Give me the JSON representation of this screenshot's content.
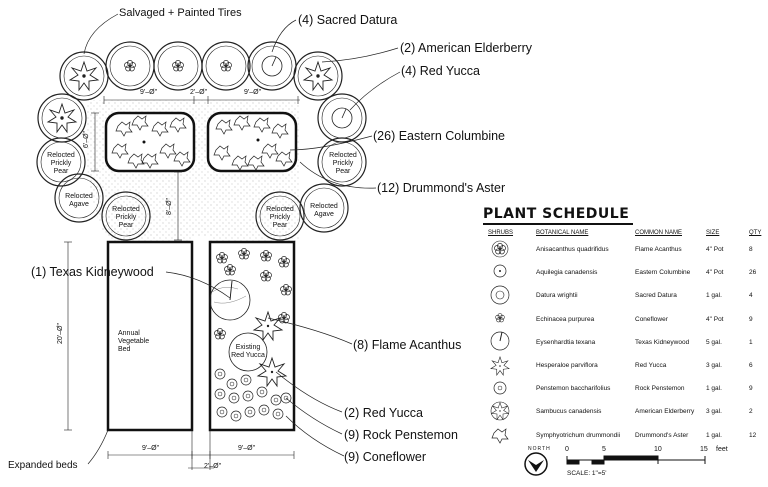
{
  "callouts": {
    "tires": "Salvaged + Painted Tires",
    "datura": "(4) Sacred Datura",
    "elderberry": "(2) American Elderberry",
    "yucca_top": "(4) Red Yucca",
    "columbine": "(26) Eastern Columbine",
    "aster": "(12) Drummond's Aster",
    "kidneywood": "(1) Texas Kidneywood",
    "acanthus": "(8) Flame Acanthus",
    "yucca_bottom": "(2) Red Yucca",
    "penstemon": "(9) Rock Penstemon",
    "coneflower": "(9) Coneflower",
    "expanded": "Expanded beds"
  },
  "tire_labels": {
    "relocted_prickly_pear": "Relocted Prickly Pear",
    "relocted_agave": "Relocted Agave"
  },
  "bed_labels": {
    "vegetable": "Annual Vegetable Bed",
    "existing_yucca": "Existing Red Yucca"
  },
  "dimensions": {
    "top_left": "9'–Ø\"",
    "top_mid": "2'–Ø\"",
    "top_right": "9'–Ø\"",
    "side": "6'–Ø\"",
    "aisle": "8'–Ø\"",
    "bed_height": "20'–Ø\"",
    "bottom_left": "9'–Ø\"",
    "bottom_right": "9'–Ø\"",
    "bottom_gap": "2'–Ø\""
  },
  "schedule": {
    "title": "PLANT SCHEDULE",
    "headers": [
      "SHRUBS",
      "BOTANICAL NAME",
      "COMMON NAME",
      "SIZE",
      "QTY"
    ],
    "rows": [
      {
        "icon": "flame-acanthus-symbol-icon",
        "botanical": "Anisacanthus quadrifidus",
        "common": "Flame Acanthus",
        "size": "4\" Pot",
        "qty": "8"
      },
      {
        "icon": "eastern-columbine-symbol-icon",
        "botanical": "Aquilegia canadensis",
        "common": "Eastern Columbine",
        "size": "4\" Pot",
        "qty": "26"
      },
      {
        "icon": "sacred-datura-symbol-icon",
        "botanical": "Datura wrightii",
        "common": "Sacred Datura",
        "size": "1 gal.",
        "qty": "4"
      },
      {
        "icon": "coneflower-symbol-icon",
        "botanical": "Echinacea purpurea",
        "common": "Coneflower",
        "size": "4\" Pot",
        "qty": "9"
      },
      {
        "icon": "texas-kidneywood-symbol-icon",
        "botanical": "Eysenhardtia texana",
        "common": "Texas Kidneywood",
        "size": "5 gal.",
        "qty": "1"
      },
      {
        "icon": "red-yucca-symbol-icon",
        "botanical": "Hesperaloe parviflora",
        "common": "Red Yucca",
        "size": "3 gal.",
        "qty": "6"
      },
      {
        "icon": "rock-penstemon-symbol-icon",
        "botanical": "Penstemon baccharifolius",
        "common": "Rock Penstemon",
        "size": "1 gal.",
        "qty": "9"
      },
      {
        "icon": "american-elderberry-symbol-icon",
        "botanical": "Sambucus canadensis",
        "common": "American Elderberry",
        "size": "3 gal.",
        "qty": "2"
      },
      {
        "icon": "drummonds-aster-symbol-icon",
        "botanical": "Symphyotrichum drummondii",
        "common": "Drummond's Aster",
        "size": "1 gal.",
        "qty": "12"
      }
    ]
  },
  "scale": {
    "north": "NORTH",
    "ticks": [
      "0",
      "5",
      "10",
      "15"
    ],
    "unit": "feet",
    "label": "SCALE: 1\"=5'"
  }
}
